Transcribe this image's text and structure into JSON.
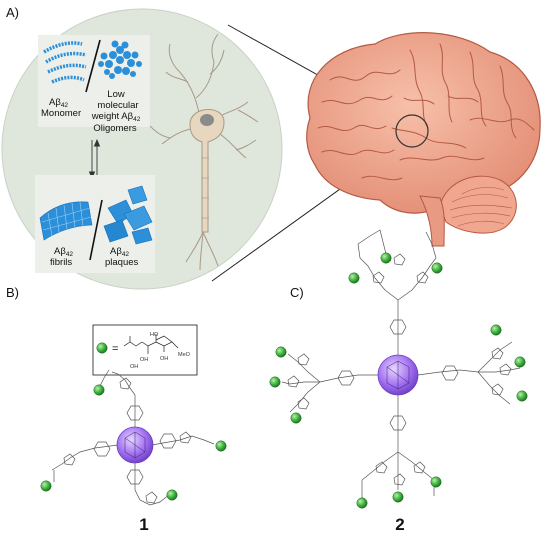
{
  "panels": {
    "a": "A)",
    "b": "B)",
    "c": "C)"
  },
  "species": {
    "monomer": {
      "line1": "Aβ",
      "sub": "42",
      "line2": "Monomer"
    },
    "oligomer": {
      "line1": "Low",
      "line2": "molecular",
      "line3_pre": "weight Aβ",
      "sub": "42",
      "line4": "Oligomers"
    },
    "fibrils": {
      "line1": "Aβ",
      "sub": "42",
      "line2": "fibrils"
    },
    "plaques": {
      "line1": "Aβ",
      "sub": "42",
      "line2": "plaques"
    }
  },
  "legend": {
    "equals": "=",
    "groups": [
      "HO",
      "OH",
      "OH",
      "OH",
      "MeO"
    ]
  },
  "compounds": {
    "one": "1",
    "two": "2"
  },
  "colors": {
    "inset_bg": "#dfe6dc",
    "amyloid_blue": "#2b8fd9",
    "porphyrin_purple": "#9b6be0",
    "glyco_green": "#2fa33a",
    "brain_pink": "#f0a68f",
    "brain_outline": "#b45a44",
    "neuron": "#e7d7bf"
  }
}
